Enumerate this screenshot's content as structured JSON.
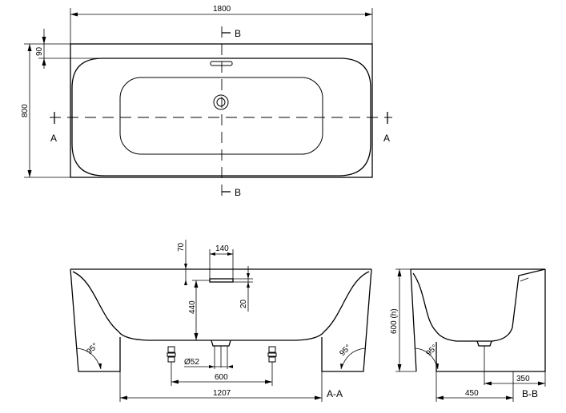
{
  "top_view": {
    "dim_length": "1800",
    "dim_width": "800",
    "dim_rim": "90",
    "section_a_left": "A",
    "section_a_right": "A",
    "section_b_top": "B",
    "section_b_bottom": "B"
  },
  "section_aa": {
    "dim_overflow_width": "140",
    "dim_overflow_top": "70",
    "dim_overflow_height": "20",
    "dim_depth_overflow": "440",
    "dim_drain": "Ø52",
    "dim_feet_spacing": "600",
    "dim_bottom_length": "1207",
    "angle_left": "95°",
    "angle_right": "95°",
    "label": "A-A"
  },
  "section_bb": {
    "dim_height": "600 (h)",
    "dim_drain_offset": "350",
    "dim_bottom_depth": "450",
    "angle": "95°",
    "label": "B-B"
  }
}
